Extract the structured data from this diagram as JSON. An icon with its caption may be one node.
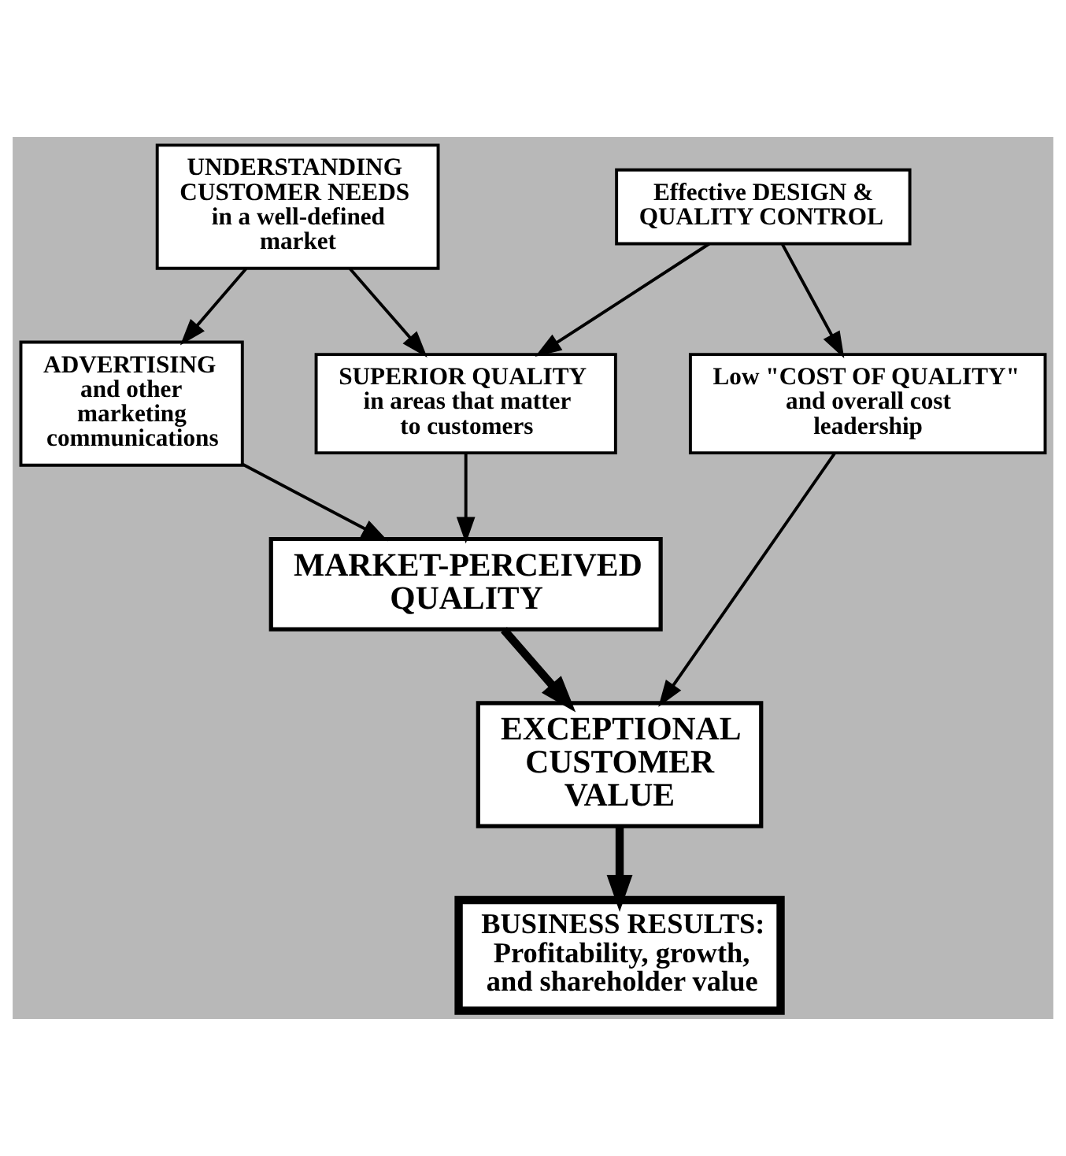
{
  "diagram": {
    "nodes": [
      {
        "text": [
          "UNDERSTANDING CUSTOMER NEEDS",
          "in a well-defined market"
        ]
      },
      {
        "text": [
          "Effective DESIGN & QUALITY CONTROL"
        ]
      },
      {
        "text": [
          "SUPERIOR QUALITY",
          "in areas that matter to customers"
        ]
      },
      {
        "text": [
          "ADVERTISING",
          "and other marketing communications"
        ]
      },
      {
        "text": [
          "Low \"COST OF QUALITY\" and overall cost leadership"
        ]
      },
      {
        "text": [
          "MARKET-PERCEIVED QUALITY"
        ]
      },
      {
        "text": [
          "EXCEPTIONAL CUSTOMER VALUE"
        ]
      },
      {
        "text": [
          "BUSINESS RESULTS:",
          "Profitability, growth, and shareholder value"
        ]
      }
    ],
    "edges": [
      {
        "from": 0,
        "to": 3,
        "arrow": "to"
      },
      {
        "from": 0,
        "to": 2,
        "arrow": "to"
      },
      {
        "from": 1,
        "to": 2,
        "arrow": "to"
      },
      {
        "from": 1,
        "to": 4,
        "arrow": "to"
      },
      {
        "from": 2,
        "to": 5,
        "arrow": "to"
      },
      {
        "from": 3,
        "to": 5,
        "arrow": "to"
      },
      {
        "from": 4,
        "to": 6,
        "arrow": "to"
      },
      {
        "from": 5,
        "to": 6,
        "arrow": "to",
        "style": "thick"
      },
      {
        "from": 6,
        "to": 7,
        "arrow": "to",
        "style": "thick"
      }
    ]
  }
}
